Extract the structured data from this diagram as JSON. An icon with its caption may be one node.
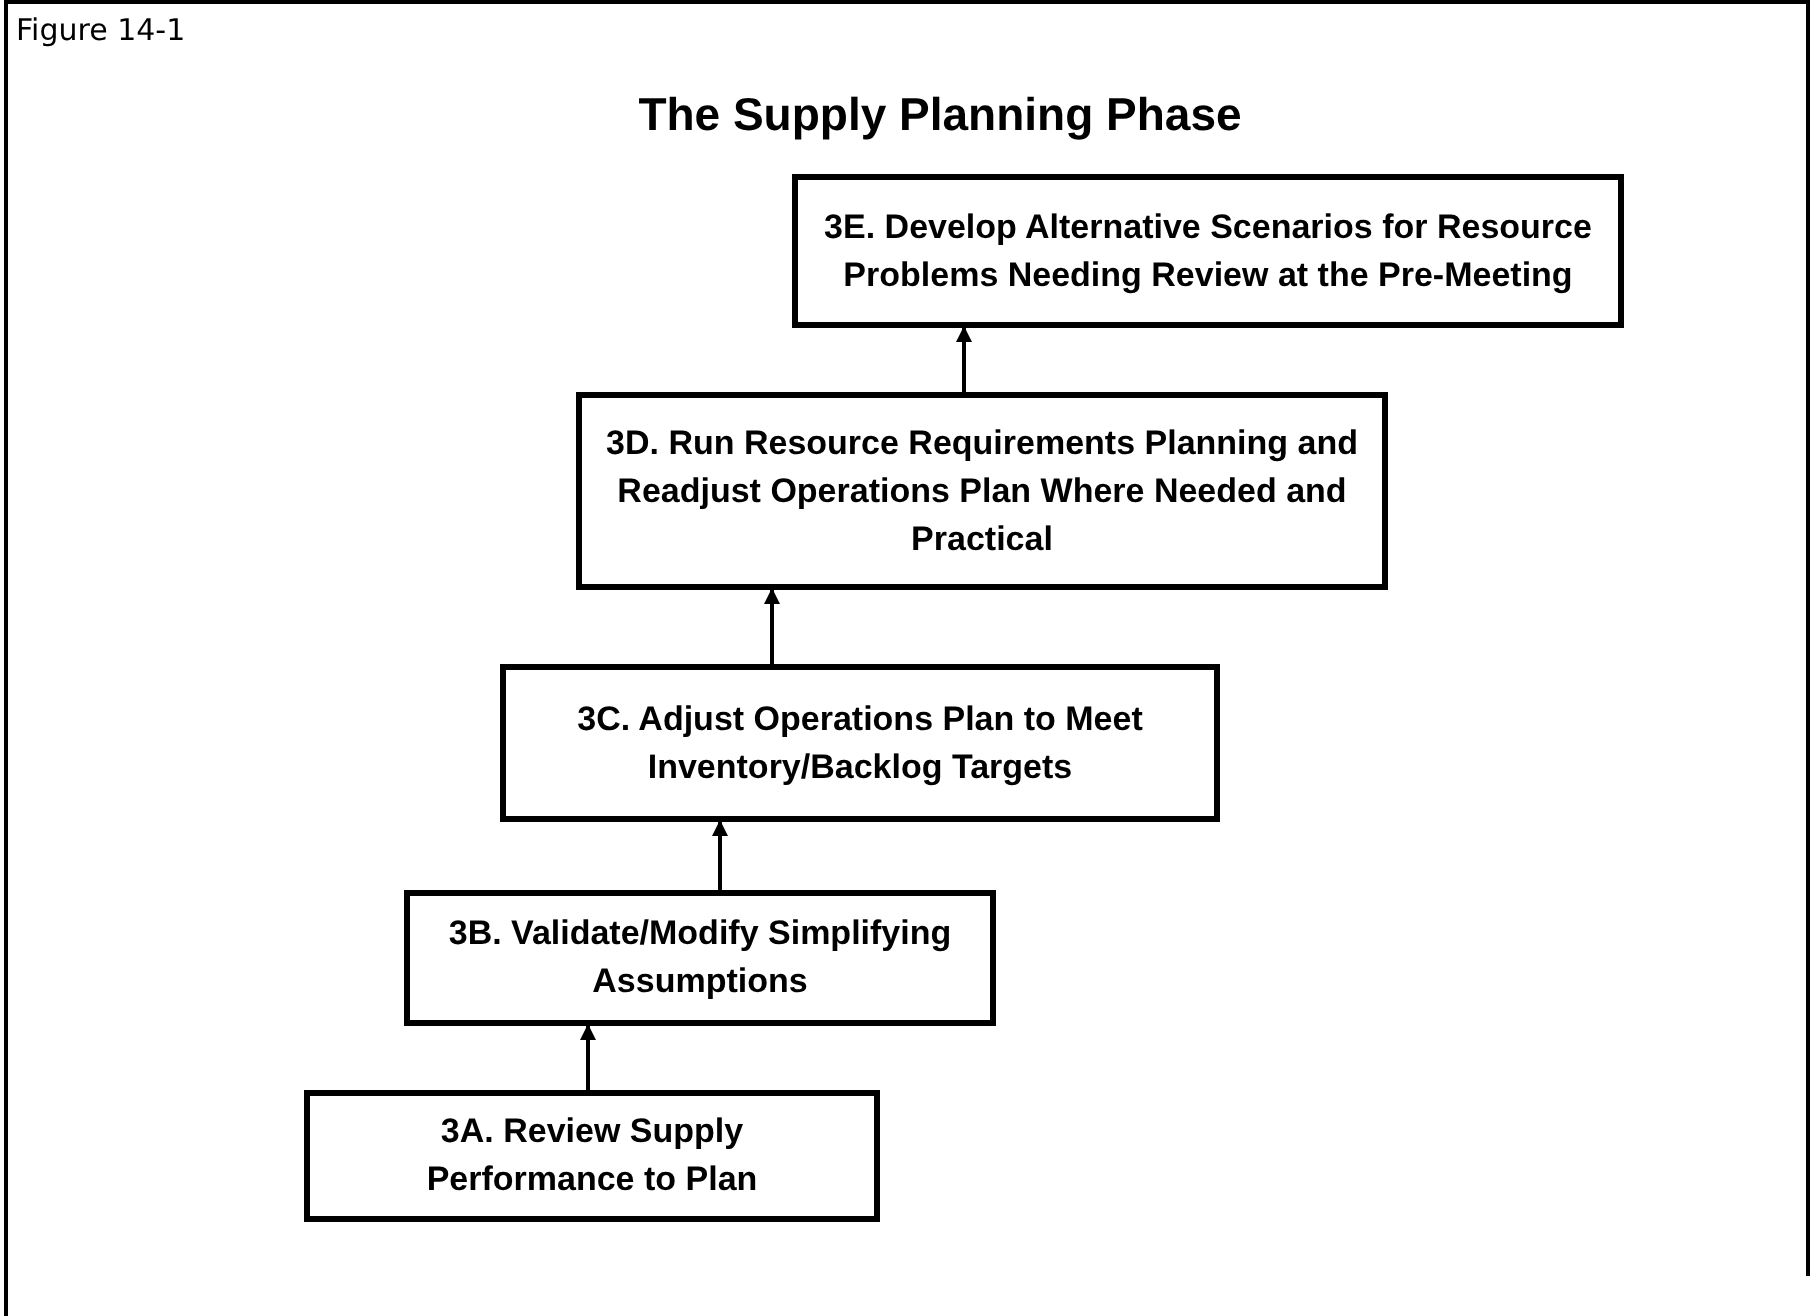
{
  "diagram": {
    "title": "The Supply Planning Phase",
    "nodes": [
      {
        "text": [
          "3E. Develop Alternative Scenarios for Resource Problems Needing Review at the Pre-Meeting"
        ]
      },
      {
        "text": [
          "3D. Run Resource Requirements Planning and Readjust Operations Plan Where Needed and Practical"
        ]
      },
      {
        "text": [
          "3C. Adjust Operations Plan to Meet Inventory/Backlog Targets"
        ]
      },
      {
        "text": [
          "3B. Validate/Modify Simplifying Assumptions"
        ]
      },
      {
        "text": [
          "3A. Review Supply Performance to Plan"
        ]
      }
    ],
    "edges": [
      {
        "from": 4,
        "to": 3,
        "arrow": "to"
      },
      {
        "from": 3,
        "to": 2,
        "arrow": "to"
      },
      {
        "from": 2,
        "to": 1,
        "arrow": "to"
      },
      {
        "from": 1,
        "to": 0,
        "arrow": "to"
      }
    ],
    "labels": [
      "Figure 14-1"
    ]
  }
}
